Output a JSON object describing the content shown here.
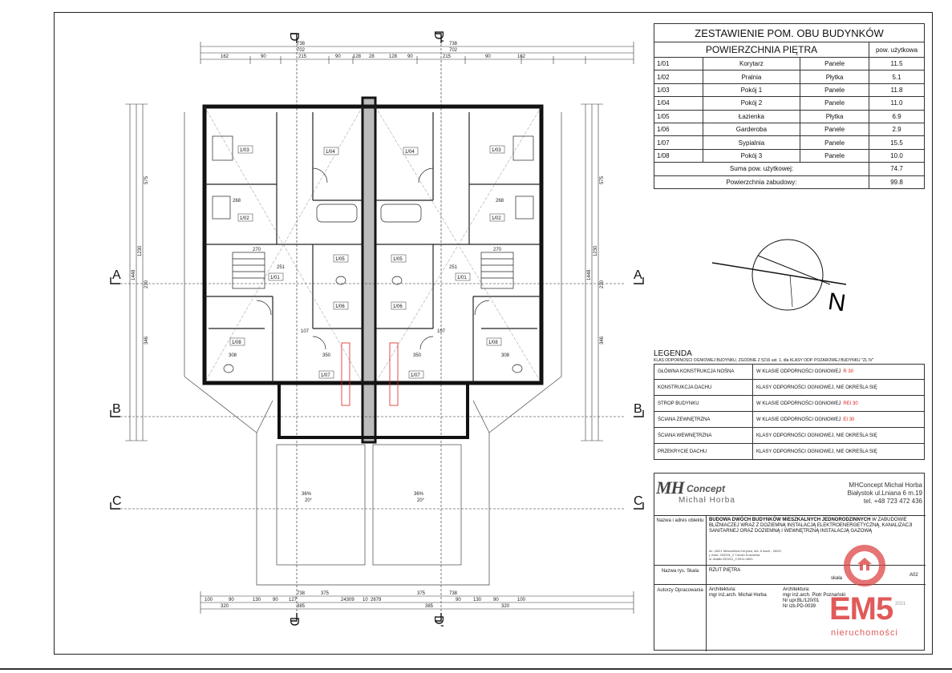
{
  "schedule": {
    "title": "ZESTAWIENIE POM. OBU BUDYNKÓW",
    "subtitle": "POWIERZCHNIA PIĘTRA",
    "col_area": "pow. użytkowa",
    "rows": [
      {
        "no": "1/01",
        "name": "Korytarz",
        "floor": "Panele",
        "area": "11.5"
      },
      {
        "no": "1/02",
        "name": "Pralnia",
        "floor": "Płytka",
        "area": "5.1"
      },
      {
        "no": "1/03",
        "name": "Pokój 1",
        "floor": "Panele",
        "area": "11.8"
      },
      {
        "no": "1/04",
        "name": "Pokój 2",
        "floor": "Panele",
        "area": "11.0"
      },
      {
        "no": "1/05",
        "name": "Łazienka",
        "floor": "Płytka",
        "area": "6.9"
      },
      {
        "no": "1/06",
        "name": "Garderoba",
        "floor": "Panele",
        "area": "2.9"
      },
      {
        "no": "1/07",
        "name": "Sypialnia",
        "floor": "Panele",
        "area": "15.5"
      },
      {
        "no": "1/08",
        "name": "Pokój 3",
        "floor": "Panele",
        "area": "10.0"
      }
    ],
    "sum_label": "Suma pow. użytkowej:",
    "sum_value": "74.7",
    "built_label": "Powierzchnia zabudowy:",
    "built_value": "99.8"
  },
  "compass": {
    "label": "N"
  },
  "legend": {
    "title": "LEGENDA",
    "subtitle": "KLAS ODPORNOŚCI OGNIOWEJ BUDYNKU, ZGODNIE Z §216 ust. 1, dla KLASY ODP. POŻAROWEJ BUDYNKU \"ZL IV\"",
    "rows": [
      {
        "element": "GŁÓWNA KONSTRUKCJA NOŚNA",
        "desc": "W KLASIE ODPORNOŚCI OGNIOWEJ",
        "code": "R 30"
      },
      {
        "element": "KONSTRUKCJA DACHU",
        "desc": "KLASY ODPORNOŚCI OGNIOWEJ, NIE OKREŚLA SIĘ",
        "code": ""
      },
      {
        "element": "STROP BUDYNKU",
        "desc": "W KLASIE ODPORNOŚCI OGNIOWEJ",
        "code": "REI 30"
      },
      {
        "element": "ŚCIANA ZEWNĘTRZNA",
        "desc": "W KLASIE ODPORNOŚCI OGNIOWEJ",
        "code": "EI 30"
      },
      {
        "element": "ŚCIANA WEWNĘTRZNA",
        "desc": "KLASY ODPORNOŚCI OGNIOWEJ, NIE OKREŚLA SIĘ",
        "code": ""
      },
      {
        "element": "PRZEKRYCIE DACHU",
        "desc": "KLASY ODPORNOŚCI OGNIOWEJ, NIE OKREŚLA SIĘ",
        "code": ""
      }
    ]
  },
  "titleblock": {
    "logo_mark": "MH",
    "logo_concept": "Concept",
    "logo_author": "Michał Horba",
    "company_name": "MHConcept  Michał Horba",
    "company_addr": "Białystok ul.Lniana 6 m.19",
    "company_tel": "tel. +48 723 472 436",
    "obj_label": "Nazwa i adres obiektu",
    "obj_title": "BUDOWA DWÓCH BUDYNKÓW MIESZKALNYCH JEDNORODZINNYCH",
    "obj_title_rest": "W ZABUDOWIE BLIŹNIACZEJ WRAZ Z DOZIEMNĄ INSTALACJĄ ELEKTROENERGETYCZNĄ, KANALIZACJI SANITARNEJ ORAZ DOZIEMNĄ I WEWNĘTRZNĄ INSTALACJĄ GAZOWĄ",
    "obj_small1": "dz. 182/1 Niewodnica Korycka, obr. 6 wsch., 26/29,",
    "obj_small2": "j. ewid. 200201_2 Turośń Kościelna",
    "obj_small3": "nr działki 200201_2.0011.0803",
    "drawing_label": "Nazwa rys. Skala",
    "drawing_name": "RZUT PIĘTRA",
    "scale_label": "skala",
    "sheet": "A02",
    "authors_label": "Autorzy Opracowania",
    "arch_role": "Architektura:",
    "arch_name": "mgr inż.arch. Michał Horba",
    "arch2_role": "Architektura:",
    "arch2_name": "mgr inż.arch. Piotr Poznański",
    "arch2_n1": "Nr upr.BL/120/01",
    "arch2_n2": "Nr izb.PD-0039",
    "date": "2021"
  },
  "watermark": {
    "brand": "EM5",
    "sub": "nieruchomości"
  },
  "sections": {
    "A": "A",
    "B": "B",
    "C": "C",
    "D": "D",
    "D2": "D'"
  },
  "rooms_left": [
    "1/01",
    "1/02",
    "1/03",
    "1/04",
    "1/05",
    "1/06",
    "1/07",
    "1/08"
  ],
  "rooms_right": [
    "1/01",
    "1/02",
    "1/03",
    "1/04",
    "1/05",
    "1/06",
    "1/07",
    "1/08"
  ],
  "dims": {
    "top_total": "738",
    "top_total2": "702",
    "top_row": [
      "162",
      "90",
      "215",
      "90",
      "128",
      "28",
      "128",
      "90",
      "215",
      "90",
      "162"
    ],
    "bottom_total": "738",
    "bottom_row": [
      "100",
      "90",
      "130",
      "90",
      "127",
      "375",
      "24309",
      "10",
      "2679",
      "375",
      "90",
      "130",
      "90",
      "100"
    ],
    "bottom_row2": [
      "320",
      "385",
      "385",
      "320"
    ],
    "side": [
      "1448",
      "1230",
      "575",
      "230",
      "346"
    ],
    "roof_slope": "36%",
    "roof_deg": "20°",
    "inner": [
      "268",
      "308",
      "251",
      "350",
      "107",
      "270"
    ]
  }
}
